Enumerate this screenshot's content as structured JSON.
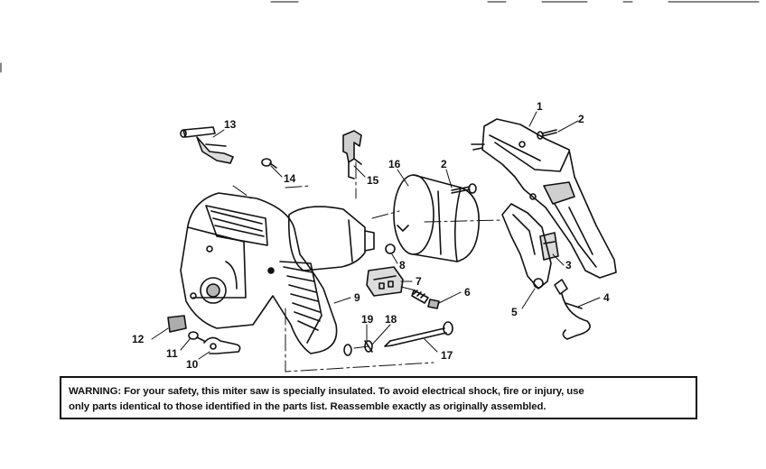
{
  "diagram": {
    "colors": {
      "ink": "#111111",
      "paper": "#ffffff"
    },
    "callouts": {
      "c1": "1",
      "c2a": "2",
      "c2b": "2",
      "c3": "3",
      "c4": "4",
      "c5": "5",
      "c6": "6",
      "c7": "7",
      "c8": "8",
      "c9": "9",
      "c10": "10",
      "c11": "11",
      "c12": "12",
      "c13": "13",
      "c14": "14",
      "c15": "15",
      "c16": "16",
      "c17": "17",
      "c18": "18",
      "c19": "19"
    }
  },
  "warning": {
    "line1": "WARNING: For your safety, this miter saw is specially insulated. To avoid electrical shock, fire or injury, use",
    "line2": "only parts identical to those identified in the parts list. Reassemble exactly as originally assembled."
  }
}
